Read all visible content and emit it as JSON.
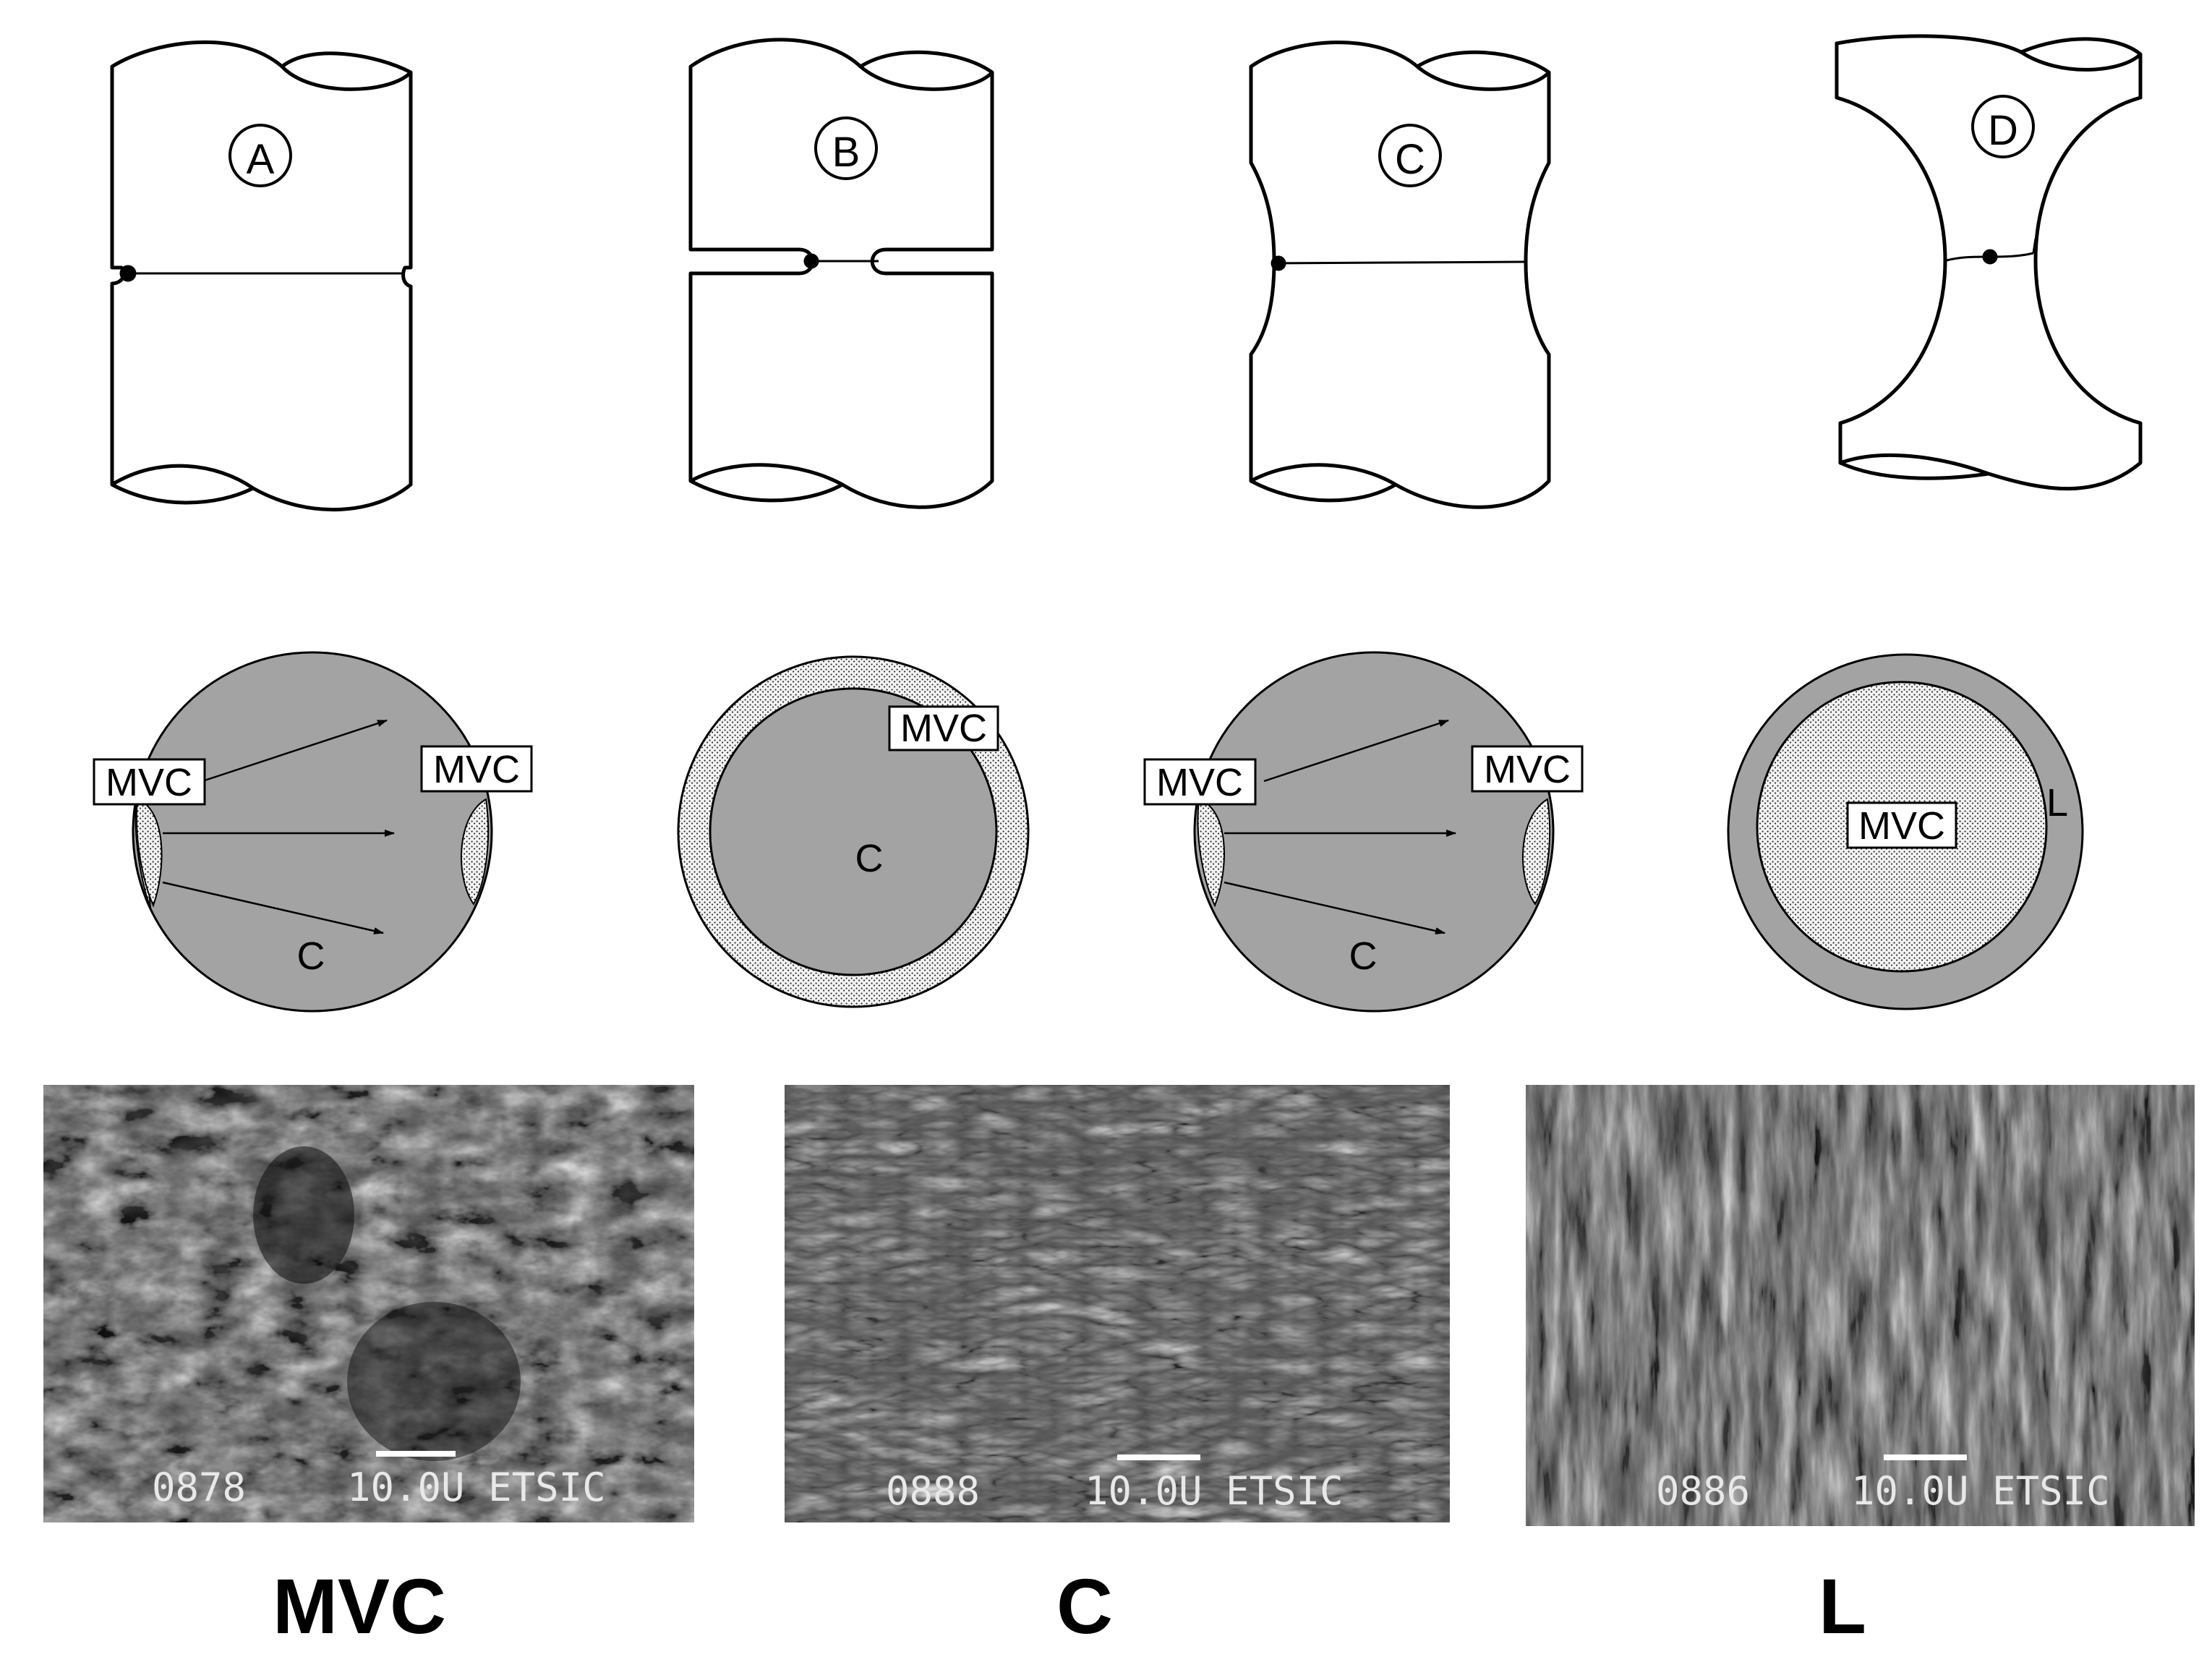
{
  "specimens": [
    {
      "id": "A",
      "label": "A",
      "profile": "shallow-notch"
    },
    {
      "id": "B",
      "label": "B",
      "profile": "deep-notch"
    },
    {
      "id": "C",
      "label": "C",
      "profile": "mild-radius"
    },
    {
      "id": "D",
      "label": "D",
      "profile": "hourglass"
    }
  ],
  "sections": [
    {
      "id": "A",
      "zone_labels": [
        "MVC",
        "MVC",
        "C"
      ],
      "pattern": "side-arcs-with-arrows"
    },
    {
      "id": "B",
      "zone_labels": [
        "MVC",
        "C"
      ],
      "pattern": "outer-ring-mvc"
    },
    {
      "id": "C",
      "zone_labels": [
        "MVC",
        "MVC",
        "C"
      ],
      "pattern": "side-arcs-with-arrows"
    },
    {
      "id": "D",
      "zone_labels": [
        "MVC",
        "L"
      ],
      "pattern": "inner-disk-mvc"
    }
  ],
  "micrographs": [
    {
      "caption": "MVC",
      "stamp": [
        "0878",
        "10.0U ETSIC"
      ]
    },
    {
      "caption": "C",
      "stamp": [
        "0888",
        "10.0U ETSIC"
      ]
    },
    {
      "caption": "L",
      "stamp": [
        "0886",
        "10.0U ETSIC"
      ]
    }
  ],
  "colors": {
    "section_fill": "#a3a3a3",
    "stipple_bg": "#f2f2f2",
    "stipple_dot": "#222222",
    "sem_base": "#4a4a4a",
    "line": "#000000"
  }
}
